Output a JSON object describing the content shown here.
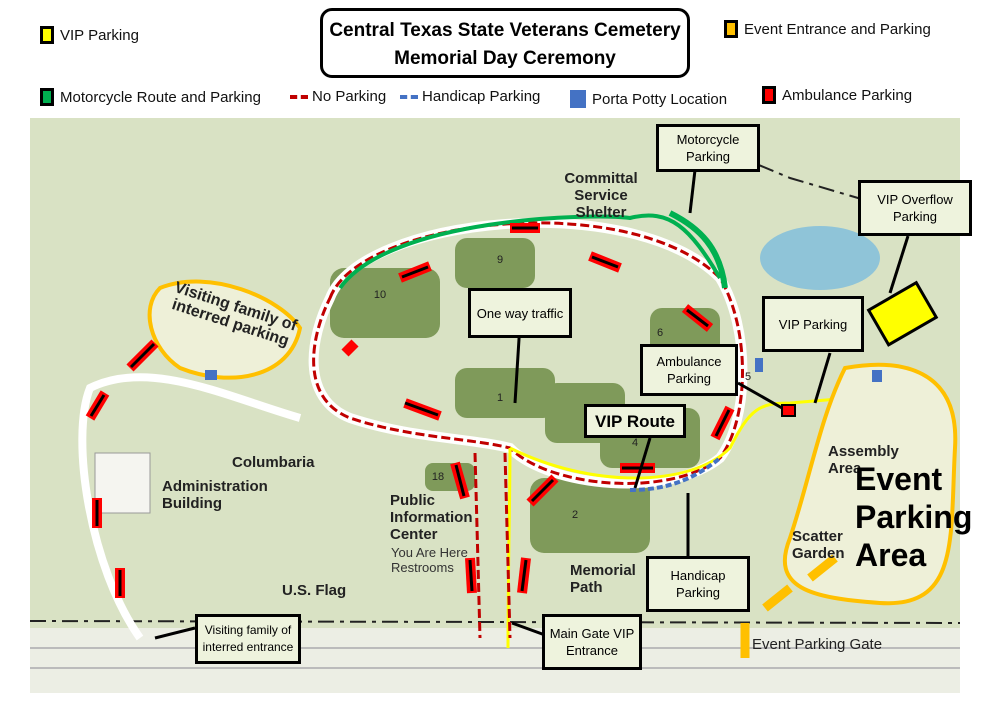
{
  "title": {
    "line1": "Central Texas State Veterans Cemetery",
    "line2": "Memorial Day Ceremony"
  },
  "legend": [
    {
      "label": "VIP Parking",
      "color": "#ffff00",
      "type": "box"
    },
    {
      "label": "Event Entrance and Parking",
      "color": "#ffc000",
      "type": "box"
    },
    {
      "label": "Motorcycle Route and Parking",
      "color": "#00b050",
      "type": "box"
    },
    {
      "label": "No Parking",
      "color": "#c00000",
      "type": "dash"
    },
    {
      "label": "Handicap Parking",
      "color": "#4472c4",
      "type": "dash"
    },
    {
      "label": "Porta Potty Location",
      "color": "#4472c4",
      "type": "box"
    },
    {
      "label": "Ambulance Parking",
      "color": "#ff0000",
      "type": "box"
    }
  ],
  "callouts": {
    "motorcycle_parking": "Motorcycle Parking",
    "vip_overflow": "VIP Overflow Parking",
    "one_way": "One way traffic",
    "vip_parking": "VIP Parking",
    "ambulance_parking": "Ambulance Parking",
    "vip_route": "VIP Route",
    "handicap_parking": "Handicap Parking",
    "main_gate": "Main Gate VIP Entrance",
    "visiting_entrance": "Visiting family of interred entrance",
    "event_gate": "Event Parking Gate",
    "visiting_parking": "Visiting family of interred parking",
    "event_area": "Event Parking Area"
  },
  "map_labels": {
    "committal": "Committal Service Shelter",
    "admin": "Administration Building",
    "columbaria": "Columbaria",
    "pic": "Public Information Center",
    "you_are_here": "You Are Here",
    "restrooms": "Restrooms",
    "flag": "U.S. Flag",
    "memorial_path": "Memorial Path",
    "scatter": "Scatter Garden",
    "assembly": "Assembly Area"
  },
  "sections": [
    "1",
    "2",
    "4",
    "5",
    "6",
    "9",
    "10",
    "18"
  ]
}
